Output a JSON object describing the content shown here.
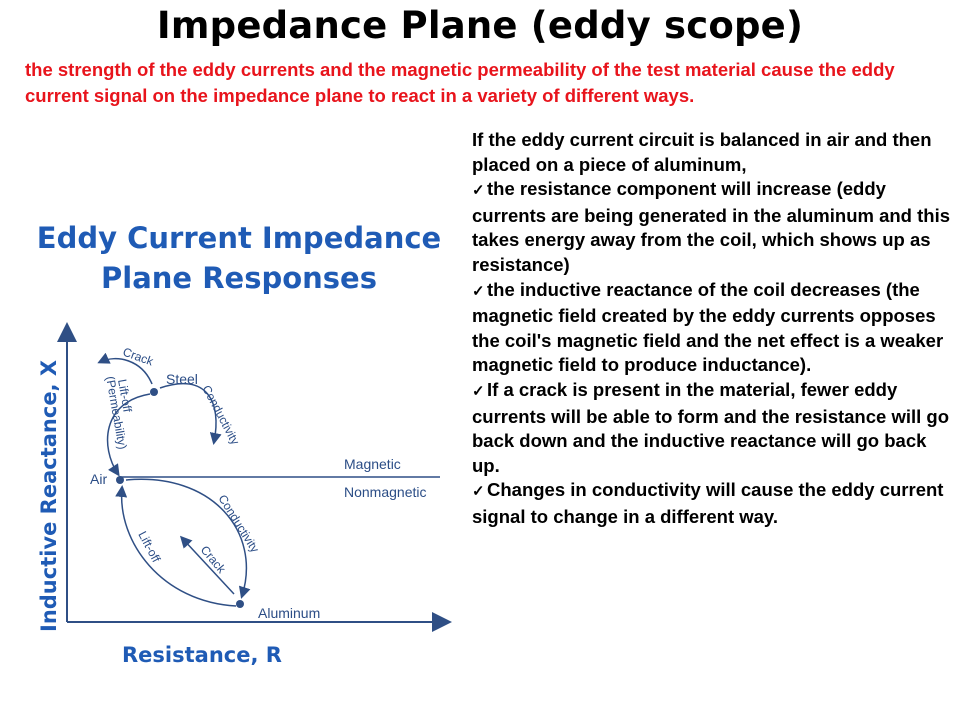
{
  "title": "Impedance Plane (eddy scope)",
  "intro": "the strength of the eddy currents and the magnetic permeability of the test material cause the eddy current signal on the impedance plane to react in a variety of different ways.",
  "right_text": {
    "lead": "If the eddy current circuit is balanced in air and then placed on a piece of aluminum,",
    "bullets": [
      "the resistance component will increase (eddy currents are being generated in the aluminum and this takes energy away from the coil, which shows up as resistance)",
      "the inductive reactance of the coil decreases (the magnetic field created by the eddy currents opposes the coil's magnetic field and the net effect is a weaker magnetic field to produce inductance).",
      "If a crack is present in the material, fewer eddy currents will be able to form and the resistance will go back down and the inductive reactance will go back up.",
      "Changes in conductivity will cause the eddy current signal to change in a different way."
    ],
    "bullet_icon": "checkmark-icon"
  },
  "figure": {
    "title_line1": "Eddy Current Impedance",
    "title_line2": "Plane Responses",
    "ylabel": "Inductive Reactance, X",
    "xlabel": "Resistance, R",
    "labels": {
      "steel": "Steel",
      "air": "Air",
      "aluminum": "Aluminum",
      "magnetic": "Magnetic",
      "nonmagnetic": "Nonmagnetic",
      "crack_top": "Crack",
      "liftoff_top": "Lift-off",
      "permeability": "(Permeability)",
      "conductivity_top": "Conductivity",
      "conductivity_bottom": "Conductivity",
      "crack_bottom": "Crack",
      "liftoff_bottom": "Lift-off"
    },
    "colors": {
      "title": "#1f5bb5",
      "text": "#2b4d86",
      "curve": "#2f4f85"
    }
  }
}
